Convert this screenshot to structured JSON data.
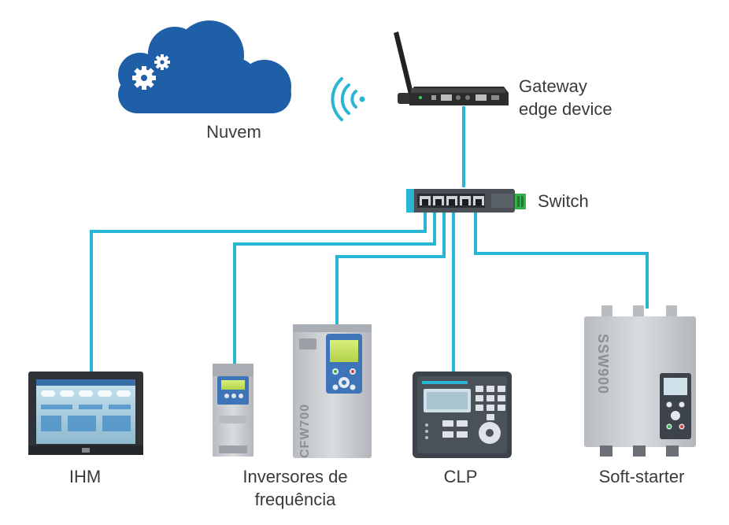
{
  "labels": {
    "cloud": "Nuvem",
    "gateway": [
      "Gateway",
      "edge device"
    ],
    "switch": "Switch",
    "hmi": "IHM",
    "inverters": [
      "Inversores de",
      "frequência"
    ],
    "plc": "CLP",
    "softstarter": "Soft-starter"
  },
  "device_text": {
    "inverter_brand": "CFW700",
    "softstarter_brand": "SSW900"
  },
  "colors": {
    "link": "#29b6d3",
    "cloud": "#1f5fa8",
    "device_gray": "#c9ccd0",
    "device_dark": "#3b3f45"
  },
  "icons": [
    "cloud-gears-icon",
    "wifi-icon",
    "gateway-device",
    "ethernet-switch"
  ]
}
